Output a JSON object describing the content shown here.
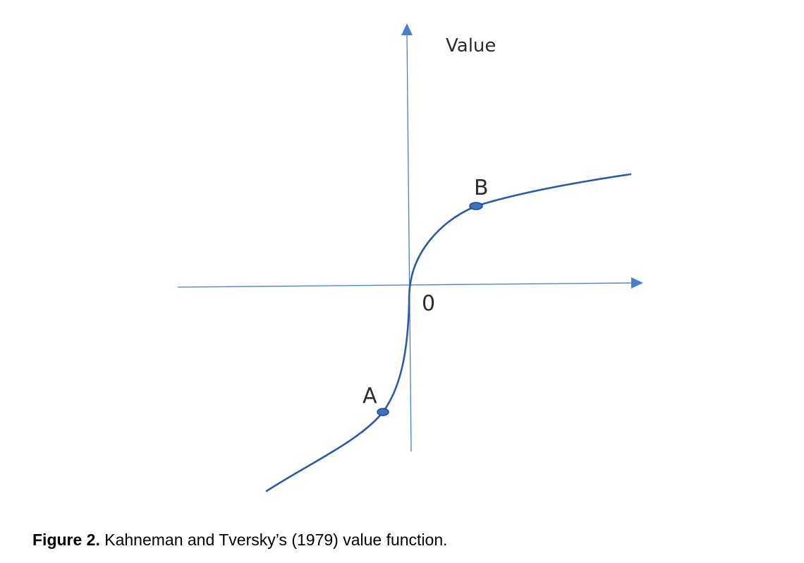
{
  "diagram": {
    "axis_y_label": "Value",
    "origin_label": "0",
    "point_a_label": "A",
    "point_b_label": "B",
    "colors": {
      "axis": "#4a7fc8",
      "curve": "#2d5aa0",
      "point": "#3f6fbf"
    }
  },
  "caption": {
    "label": "Figure 2.",
    "text": "Kahneman and Tversky’s (1979) value function."
  }
}
